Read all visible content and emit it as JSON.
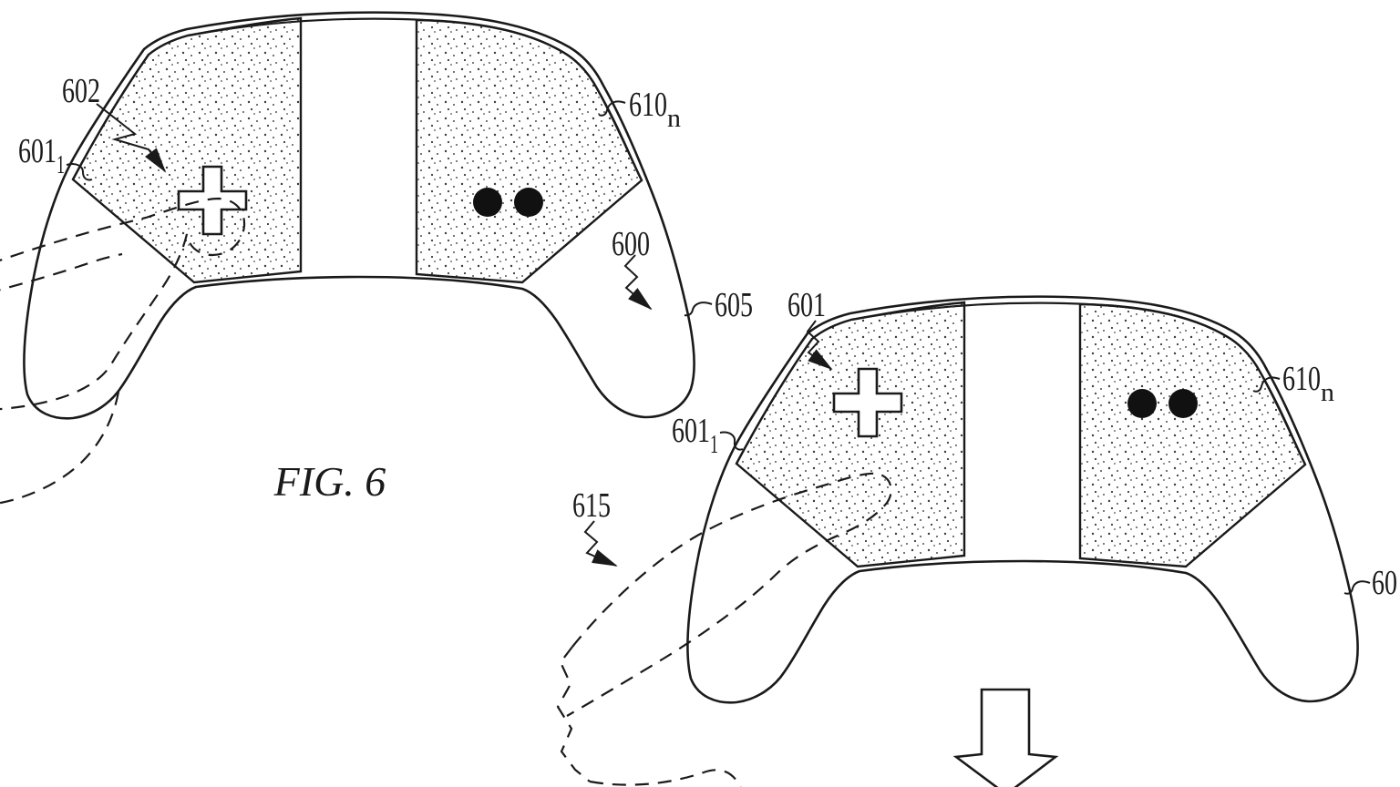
{
  "figure": {
    "caption": "FIG. 6",
    "ink_color": "#1a1a1a",
    "paper_color": "#ffffff"
  },
  "controller_first": {
    "callouts": {
      "touch_region": "602",
      "left_edge_segment": {
        "base": "601",
        "sub": "1"
      },
      "trim_segment": {
        "base": "610",
        "sub": "n"
      },
      "controller_body": "600",
      "right_side": "605"
    }
  },
  "controller_second": {
    "callouts": {
      "touch_region": "601",
      "left_edge_segment": {
        "base": "601",
        "sub": "1"
      },
      "trim_segment": {
        "base": "610",
        "sub": "n"
      },
      "right_side": "60",
      "hand_outline": "615"
    }
  }
}
